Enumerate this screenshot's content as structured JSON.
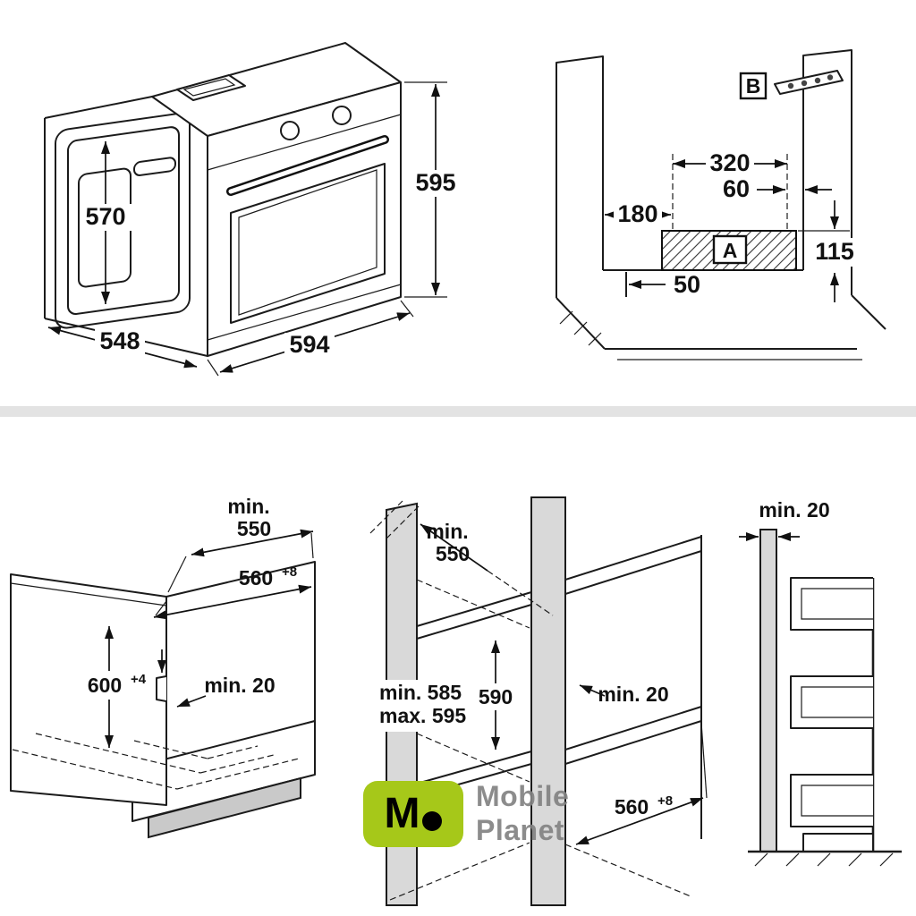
{
  "colors": {
    "line": "#1b1b1b",
    "panel_gray": "#d9d9d9",
    "divider": "#e3e3e3",
    "logo_green": "#a6c819",
    "logo_text_gray": "#8f8f8f"
  },
  "oven_view": {
    "inner_height": "570",
    "height": "595",
    "depth": "548",
    "width": "594"
  },
  "niche_view": {
    "detail_label": "B",
    "platform_label": "A",
    "width": "320",
    "side_offset": "60",
    "depth": "180",
    "platform_height": "115",
    "front_gap": "50"
  },
  "base_cabinet_view": {
    "min_label": "min.",
    "min_depth": "550",
    "niche_width": "560",
    "niche_width_tol": "+8",
    "niche_height": "600",
    "niche_height_tol": "+4",
    "rear_gap": "min. 20"
  },
  "tall_cabinet_view": {
    "min_label": "min.",
    "min_depth": "550",
    "height_min": "min. 585",
    "height_max": "max. 595",
    "niche_height": "590",
    "rear_gap": "min. 20",
    "niche_width": "560",
    "niche_width_tol": "+8"
  },
  "wall_view": {
    "gap": "min. 20"
  },
  "watermark": {
    "logo_letter": "M",
    "brand_line1": "Mobile",
    "brand_line2": "Planet"
  }
}
